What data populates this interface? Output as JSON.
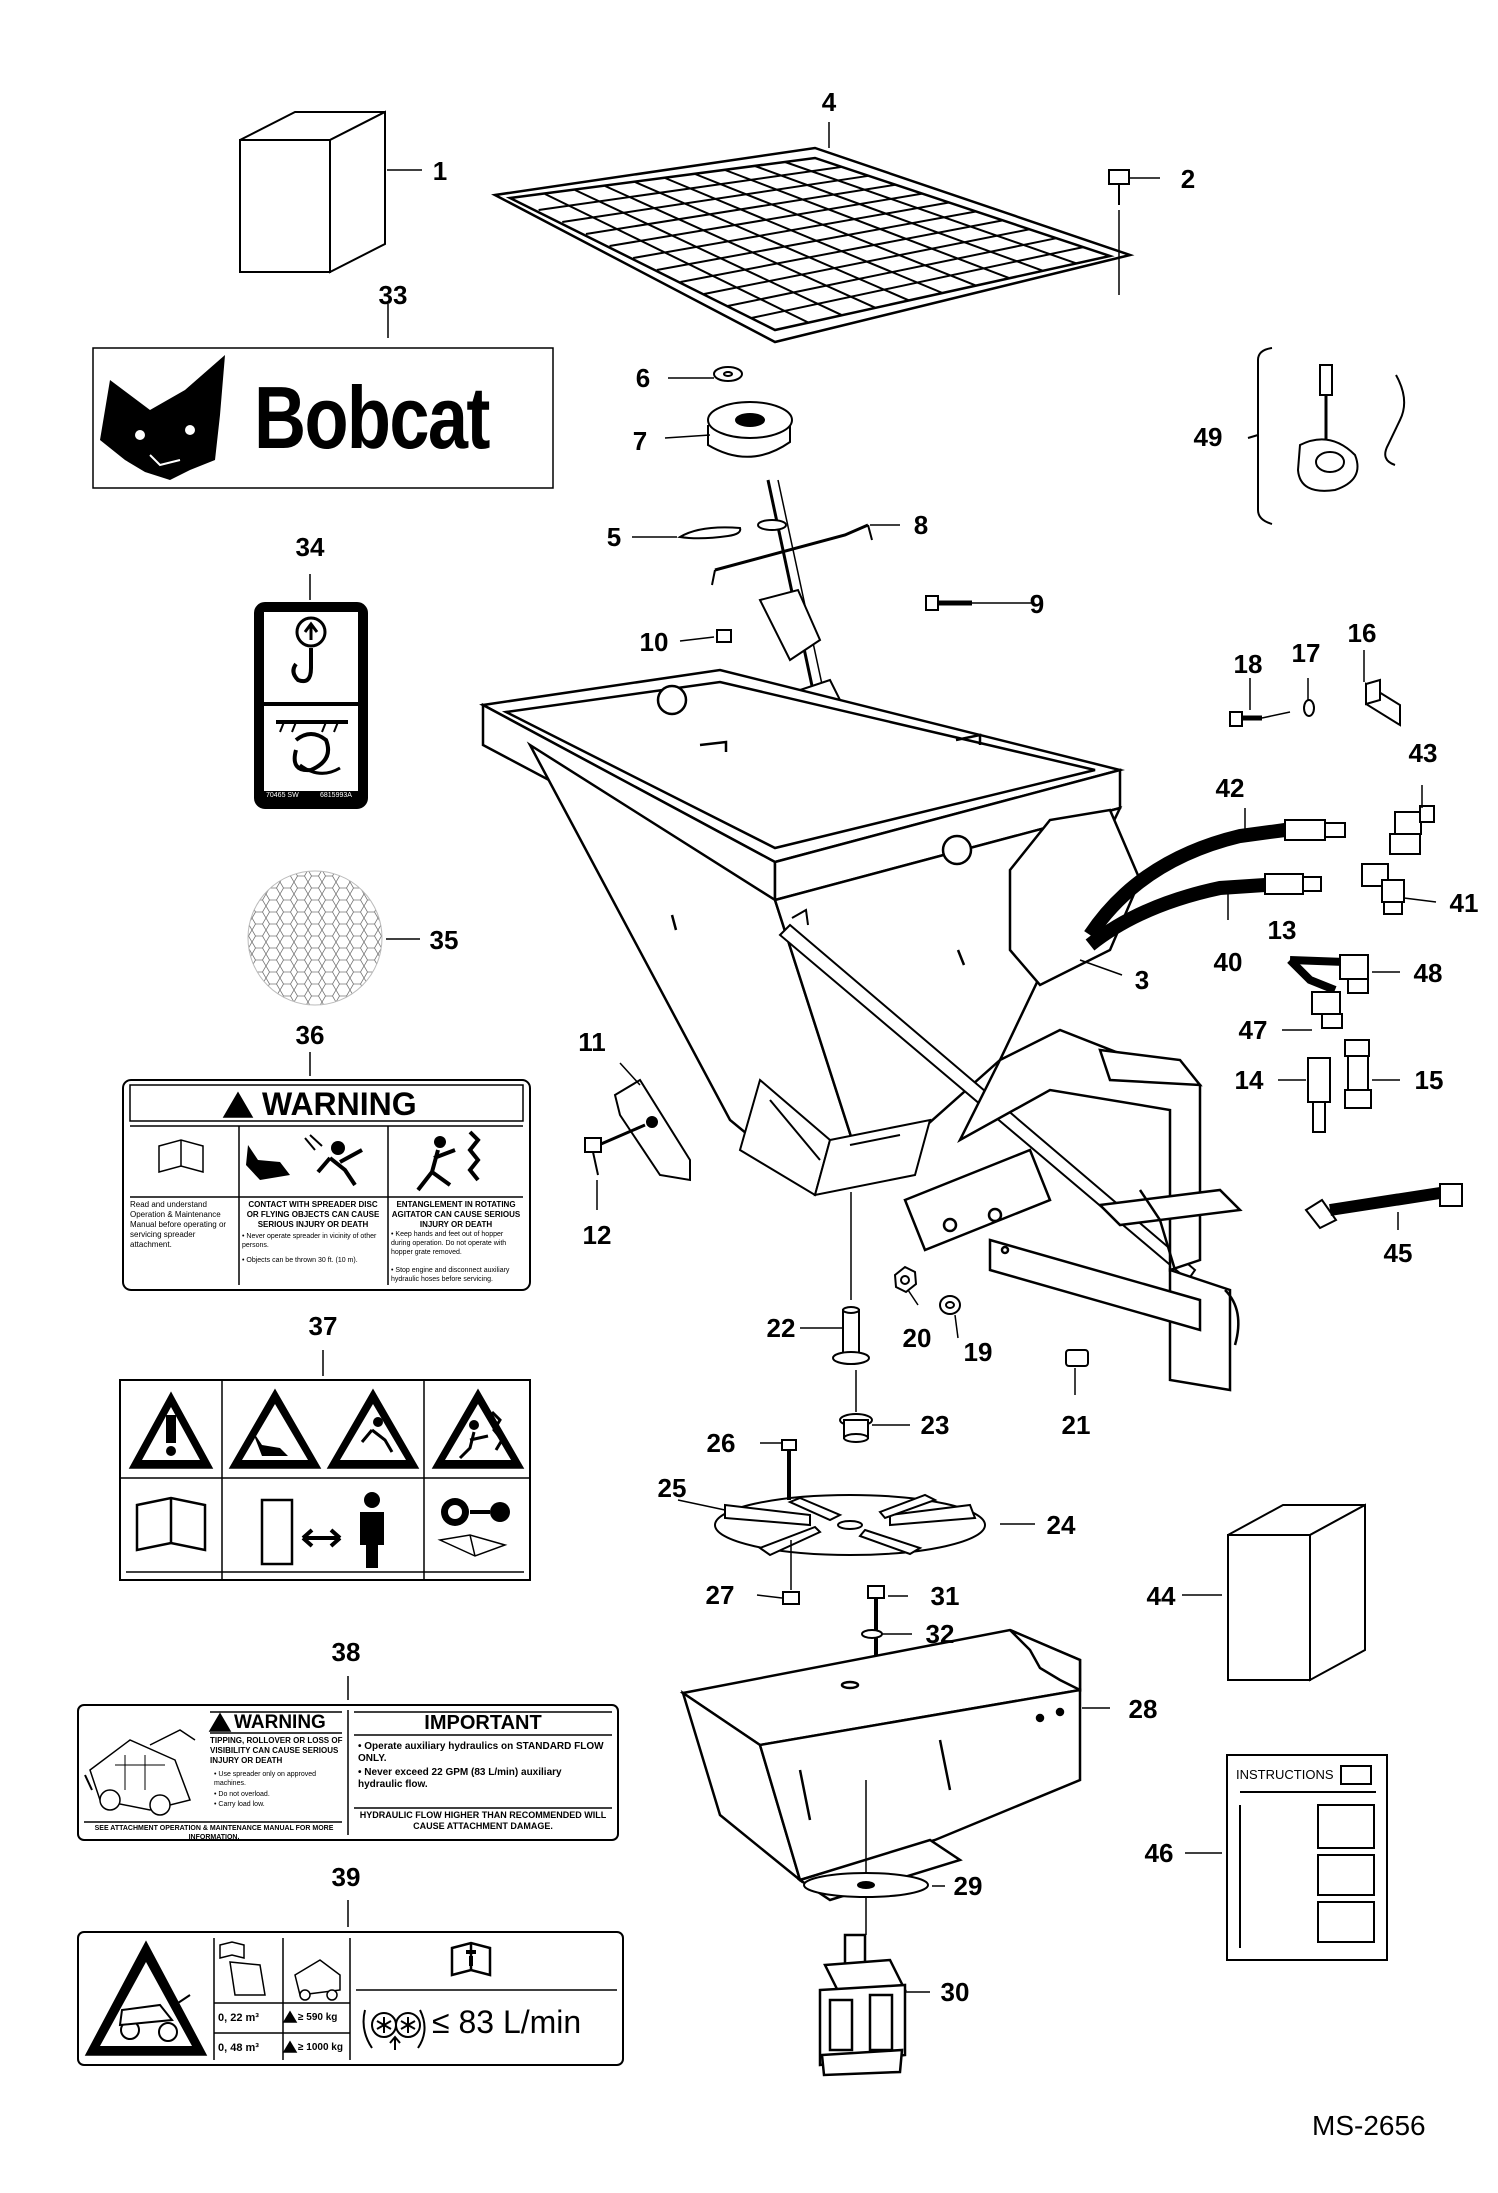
{
  "drawing_id": "MS-2656",
  "callouts": [
    "1",
    "2",
    "3",
    "4",
    "5",
    "6",
    "7",
    "8",
    "9",
    "10",
    "11",
    "12",
    "13",
    "14",
    "15",
    "16",
    "17",
    "18",
    "19",
    "20",
    "21",
    "22",
    "23",
    "24",
    "25",
    "26",
    "27",
    "28",
    "29",
    "30",
    "31",
    "32",
    "33",
    "34",
    "35",
    "36",
    "37",
    "38",
    "39",
    "40",
    "41",
    "42",
    "43",
    "44",
    "45",
    "46",
    "47",
    "48",
    "49"
  ],
  "decals": {
    "logo": {
      "text": "Bobcat"
    },
    "lift_decal": {
      "code_left": "70465 SW",
      "code_right": "6815993A"
    },
    "warning_36": {
      "heading": "WARNING",
      "col1": "Read and understand Operation & Maintenance Manual before operating or servicing spreader attachment.",
      "col2_title": "CONTACT WITH SPREADER DISC OR FLYING OBJECTS CAN CAUSE SERIOUS INJURY OR DEATH",
      "col2_b1": "• Never operate spreader in vicinity of other persons.",
      "col2_b2": "• Objects can be thrown 30 ft. (10 m).",
      "col3_title": "ENTANGLEMENT IN ROTATING AGITATOR CAN CAUSE SERIOUS INJURY OR DEATH",
      "col3_b1": "• Keep hands and feet out of hopper during operation. Do not operate with hopper grate removed.",
      "col3_b2": "• Stop engine and disconnect auxiliary hydraulic hoses before servicing."
    },
    "warning_38": {
      "heading": "WARNING",
      "tip_title": "TIPPING, ROLLOVER OR LOSS OF VISIBILITY CAN CAUSE SERIOUS INJURY OR DEATH",
      "tip_b1": "• Use spreader only on approved machines.",
      "tip_b2": "• Do not overload.",
      "tip_b3": "• Carry load low.",
      "footer": "SEE ATTACHMENT OPERATION & MAINTENANCE MANUAL FOR MORE INFORMATION.",
      "important_heading": "IMPORTANT",
      "imp_b1": "• Operate auxiliary hydraulics on STANDARD FLOW ONLY.",
      "imp_b2": "• Never exceed 22 GPM (83 L/min) auxiliary hydraulic flow.",
      "imp_footer": "HYDRAULIC FLOW HIGHER THAN RECOMMENDED WILL CAUSE ATTACHMENT DAMAGE."
    },
    "capacity_39": {
      "vol1": "0, 22 m³",
      "wt1": "≥ 590 kg",
      "vol2": "0, 48 m³",
      "wt2": "≥ 1000 kg",
      "flow": "≤ 83 L/min"
    },
    "instructions_46": {
      "title": "INSTRUCTIONS"
    }
  }
}
